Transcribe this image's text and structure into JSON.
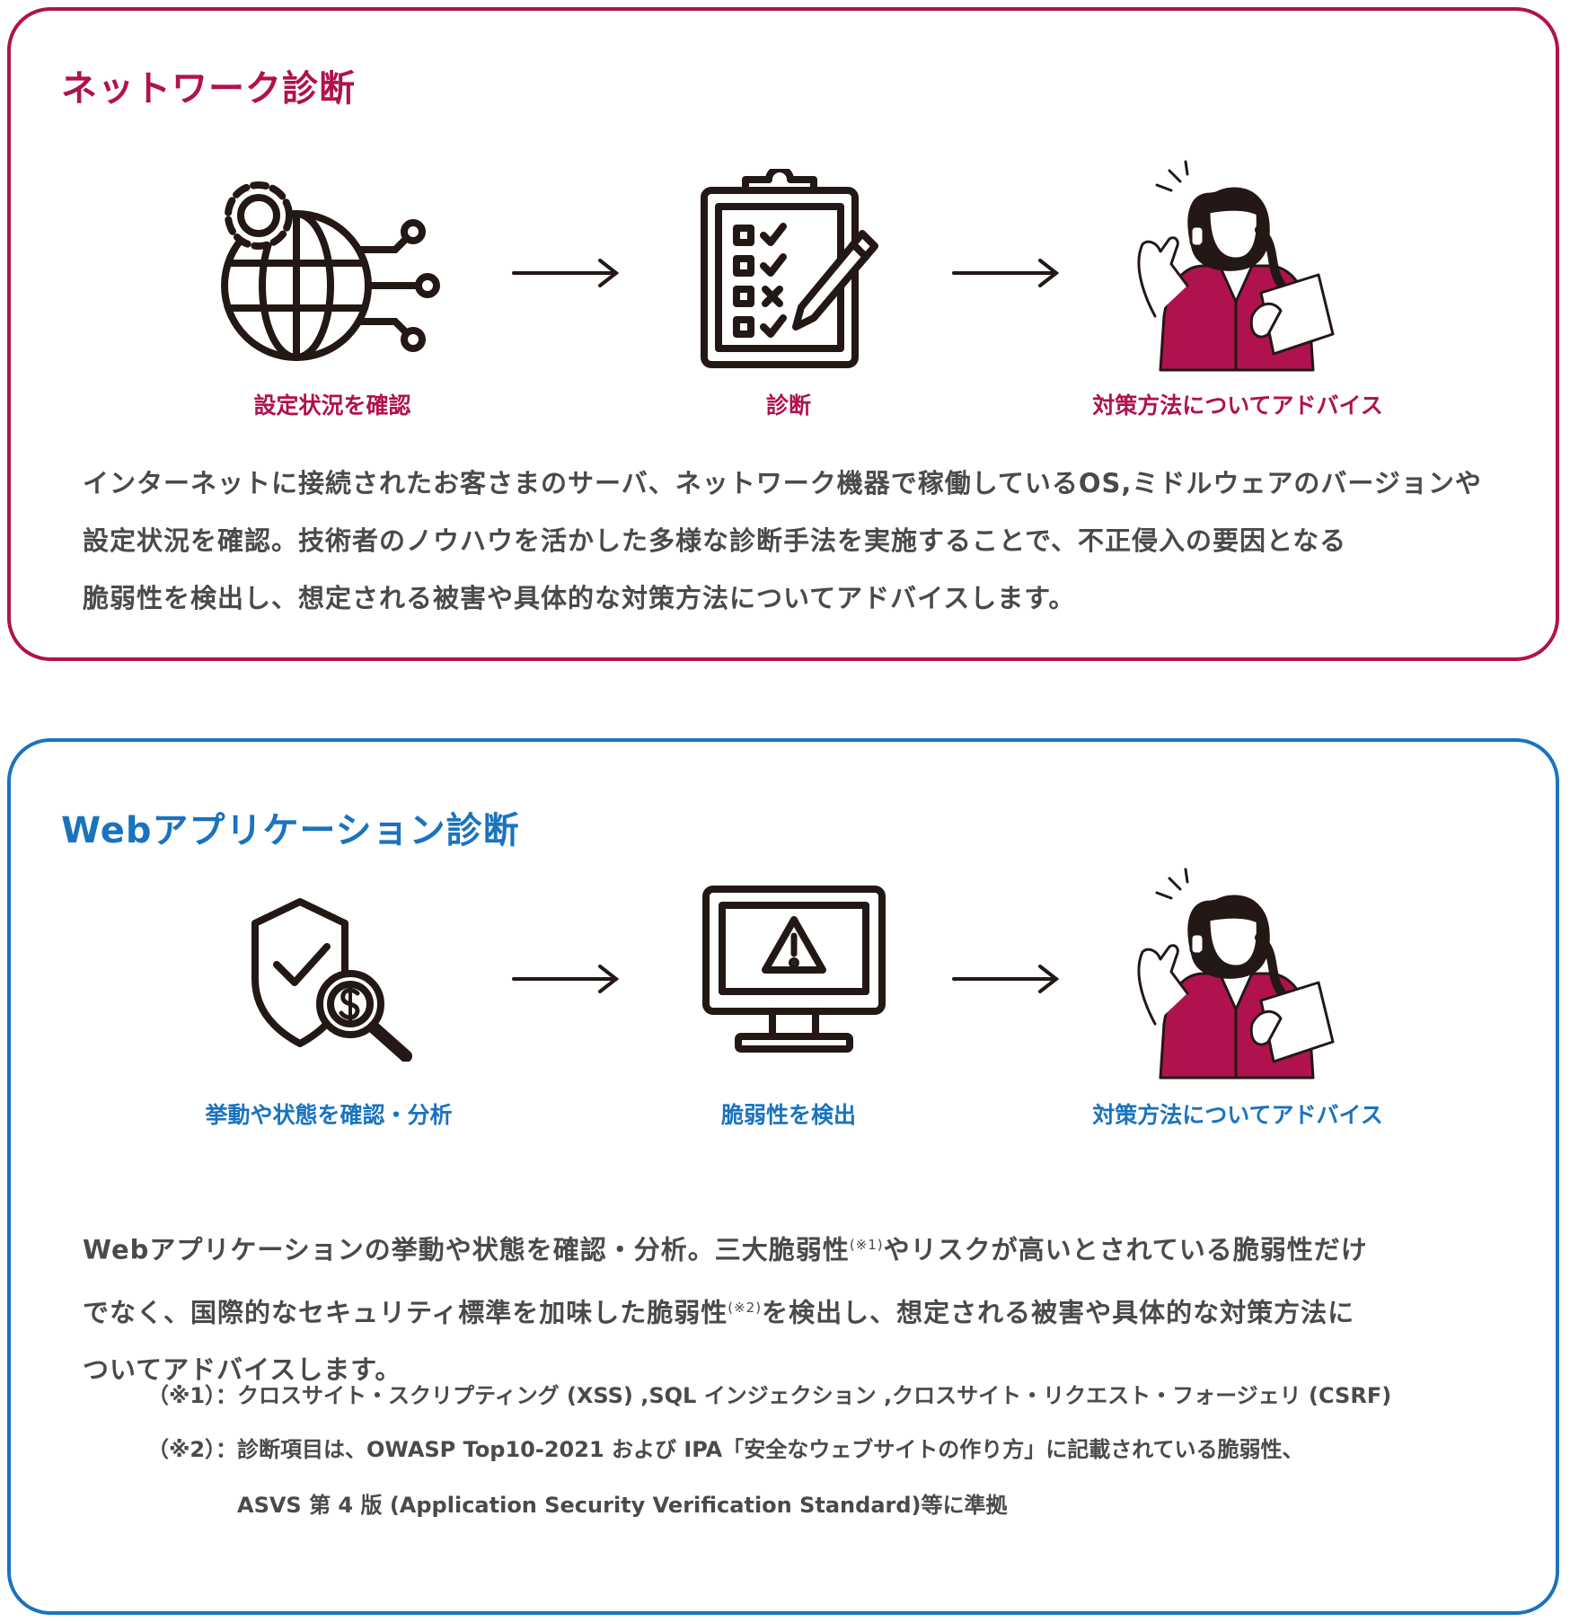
{
  "colors": {
    "network_accent": "#b0124f",
    "web_accent": "#1a73be",
    "text": "#4a4a4a",
    "icon_stroke": "#231815"
  },
  "network": {
    "title": "ネットワーク診断",
    "steps": [
      {
        "icon": "globe-gear-network-icon",
        "label": "設定状況を確認"
      },
      {
        "icon": "clipboard-checklist-icon",
        "label": "診断"
      },
      {
        "icon": "advisor-woman-headset-icon",
        "label": "対策方法についてアドバイス"
      }
    ],
    "description": [
      "インターネットに接続されたお客さまのサーバ、ネットワーク機器で稼働しているOS,ミドルウェアのバージョンや",
      "設定状況を確認。技術者のノウハウを活かした多様な診断手法を実施することで、不正侵入の要因となる",
      "脆弱性を検出し、想定される被害や具体的な対策方法についてアドバイスします。"
    ]
  },
  "web": {
    "title": "Webアプリケーション診断",
    "steps": [
      {
        "icon": "shield-magnifier-icon",
        "label": "挙動や状態を確認・分析"
      },
      {
        "icon": "monitor-warning-icon",
        "label": "脆弱性を検出"
      },
      {
        "icon": "advisor-woman-headset-icon",
        "label": "対策方法についてアドバイス"
      }
    ],
    "description": {
      "line1_a": "Webアプリケーションの挙動や状態を確認・分析。三大脆弱性",
      "line1_sup": "(※1)",
      "line1_b": "やリスクが高いとされている脆弱性だけ",
      "line2_a": "でなく、国際的なセキュリティ標準を加味した脆弱性",
      "line2_sup": "(※2)",
      "line2_b": "を検出し、想定される被害や具体的な対策方法に",
      "line3": "ついてアドバイスします。"
    },
    "notes": [
      "（※1）：クロスサイト・スクリプティング (XSS) ,SQL インジェクション ,クロスサイト・リクエスト・フォージェリ (CSRF)",
      "（※2）：診断項目は、OWASP Top10-2021 および IPA「安全なウェブサイトの作り方」に記載されている脆弱性、",
      "ASVS  第 4 版 (Application Security Verification Standard)等に準拠"
    ]
  }
}
